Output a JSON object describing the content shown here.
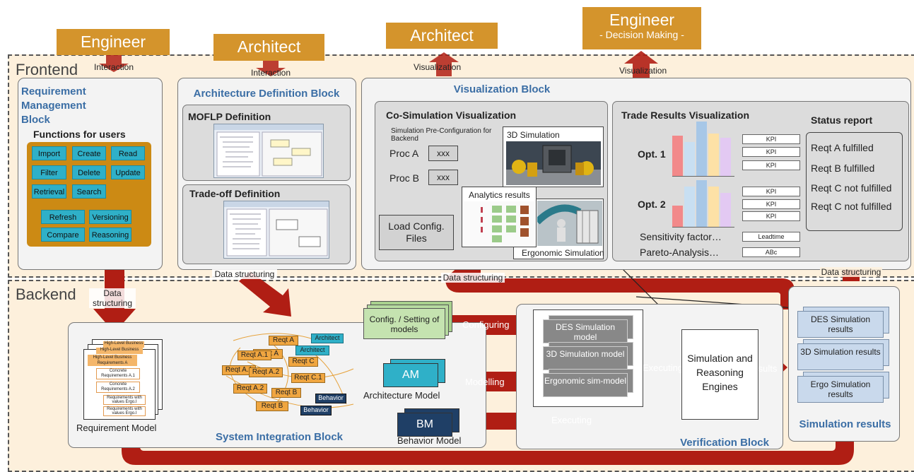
{
  "roles": {
    "engineer_1": "Engineer",
    "architect_1": "Architect",
    "architect_2": "Architect",
    "engineer_2": "Engineer",
    "engineer_2_sub": "- Decision Making -"
  },
  "layers": {
    "frontend": "Frontend",
    "backend": "Backend"
  },
  "connectors": {
    "interaction_1": "Interaction",
    "interaction_2": "Interaction",
    "visualization_1": "Visualization",
    "visualization_2": "Visualization",
    "data_structuring": "Data structuring",
    "configuring": "Configuring",
    "modelling": "Modelling",
    "executing_1": "Executing",
    "executing_2": "Executing",
    "results": "Results"
  },
  "requirement_block": {
    "title": "Requirement Management Block",
    "functions_title": "Functions for users",
    "functions": [
      "Import",
      "Create",
      "Read",
      "Filter",
      "Delete",
      "Update",
      "Retrieval",
      "Search",
      "Refresh",
      "Versioning",
      "Compare",
      "Reasoning"
    ]
  },
  "architecture_block": {
    "title": "Architecture Definition Block",
    "mof_title": "MOFLP Definition",
    "trade_title": "Trade-off Definition"
  },
  "visualization_block": {
    "title": "Visualization Block",
    "cosim_title": "Co-Simulation Visualization",
    "preconfig": "Simulation Pre-Configuration for Backend",
    "proc_a": "Proc A",
    "proc_b": "Proc B",
    "xxx": "xxx",
    "load_config": "Load Config. Files",
    "sim3d": "3D Simulation",
    "analytics": "Analytics results",
    "ergonomic": "Ergonomic Simulation",
    "trade_title": "Trade Results Visualization",
    "opt1": "Opt. 1",
    "opt2": "Opt. 2",
    "kpi": "KPI",
    "sensitivity": "Sensitivity factor…",
    "pareto": "Pareto-Analysis…",
    "leadtime": "Leadtime",
    "abc": "ABc",
    "status_title": "Status report",
    "status": [
      "Reqt A fulfilled",
      "Reqt B fulfilled",
      "Reqt C not fulfilled",
      "Reqt C not fulfilled"
    ]
  },
  "backend": {
    "req_model": "Requirement Model",
    "req_docs": [
      "High-Level Business",
      "High-Level Business",
      "High-Level Business Requirements A",
      "Concrete Requirements A.1",
      "Concrete Requirements A.2",
      "Requirements with values Ergo.I",
      "Requirements with values Ergo.I"
    ],
    "integration_title": "System Integration Block",
    "reqt_nodes": [
      "Reqt A",
      "Reqt A",
      "Reqt A.1",
      "Reqt A.1",
      "Reqt A.2",
      "Reqt A.2",
      "Reqt C",
      "Reqt C.1",
      "Reqt B",
      "Reqt B"
    ],
    "arch_nodes": [
      "Architect",
      "Architect"
    ],
    "behavior_nodes": [
      "Behavior",
      "Behavior"
    ],
    "config_setting": "Config. / Setting of models",
    "am": "AM",
    "am_label": "Architecture Model",
    "bm": "BM",
    "bm_label": "Behavior Model",
    "verification_title": "Verification Block",
    "des_model": "DES Simulation model",
    "sim3d_model": "3D Simulation model",
    "ergo_model": "Ergonomic sim-model",
    "engines": "Simulation and Reasoning Engines",
    "results_title": "Simulation results",
    "des_results": "DES Simulation results",
    "sim3d_results": "3D Simulation results",
    "ergo_results": "Ergo Simulation results"
  },
  "colors": {
    "accent_orange": "#d4942c",
    "arrow_red": "#b01e14",
    "function_cyan": "#2fb0c8",
    "block_title_blue": "#3b6ea5",
    "layer_bg": "#fdf0dc"
  }
}
